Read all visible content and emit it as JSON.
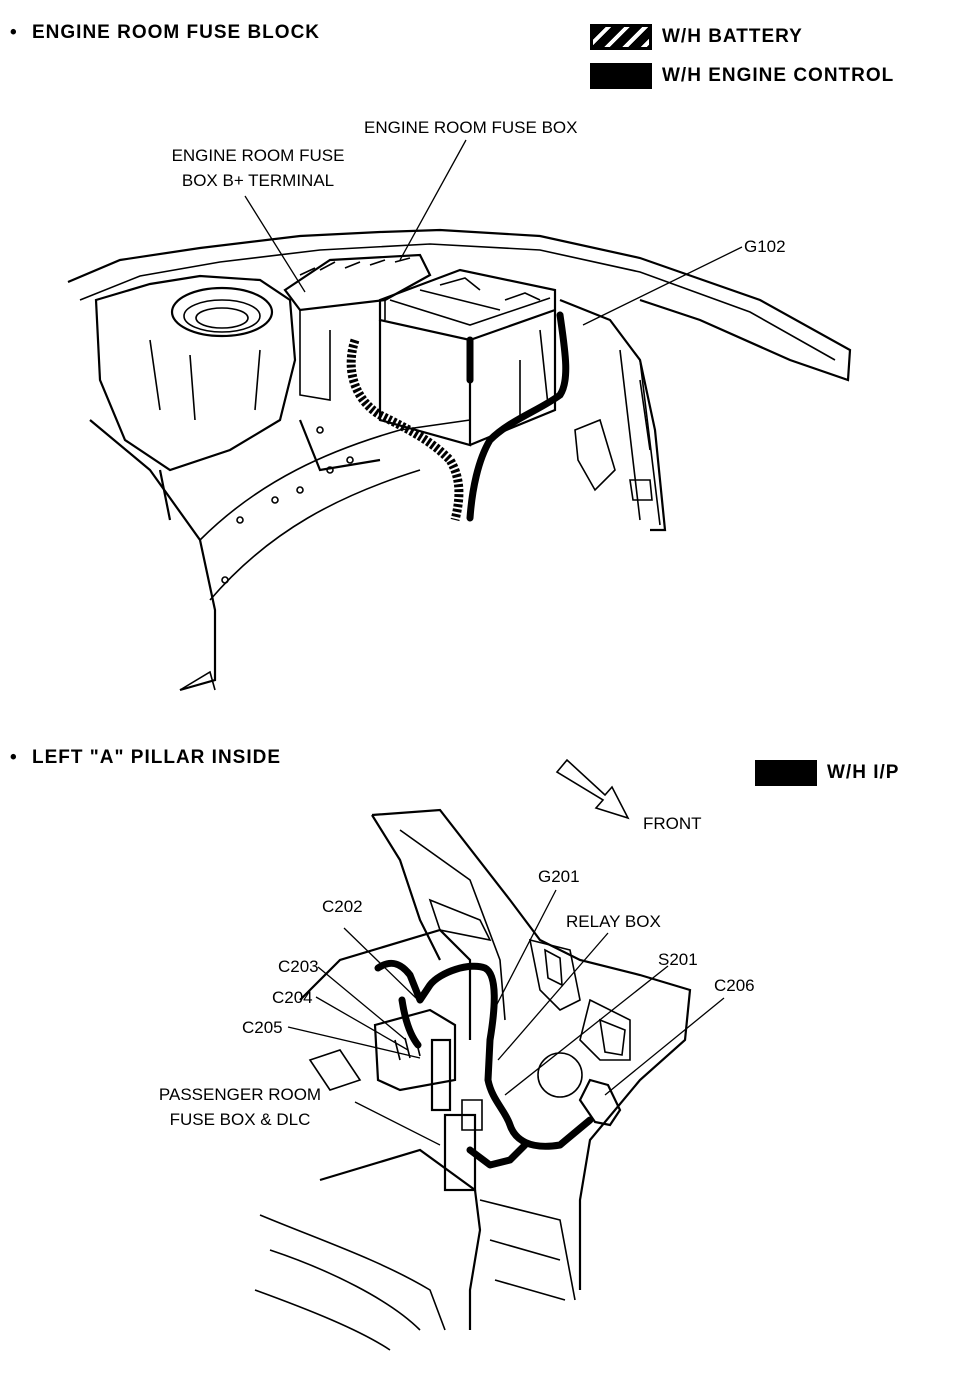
{
  "sections": {
    "engine": {
      "bullet": "•",
      "title": "ENGINE ROOM FUSE BLOCK"
    },
    "pillar": {
      "bullet": "•",
      "title": "LEFT \"A\" PILLAR INSIDE"
    }
  },
  "legend": {
    "battery": {
      "label": "W/H BATTERY",
      "swatch": "hatched"
    },
    "engine_control": {
      "label": "W/H ENGINE CONTROL",
      "swatch": "solid"
    },
    "ip": {
      "label": "W/H I/P",
      "swatch": "solid"
    }
  },
  "callouts": {
    "engine_room_fuse_box": "ENGINE ROOM FUSE BOX",
    "b_plus_terminal_line1": "ENGINE ROOM FUSE",
    "b_plus_terminal_line2": "BOX B+ TERMINAL",
    "g102": "G102",
    "front": "FRONT",
    "g201": "G201",
    "c202": "C202",
    "relay_box": "RELAY BOX",
    "s201": "S201",
    "c203": "C203",
    "c206": "C206",
    "c204": "C204",
    "c205": "C205",
    "passenger_line1": "PASSENGER ROOM",
    "passenger_line2": "FUSE BOX & DLC"
  },
  "colors": {
    "ink": "#000000",
    "paper": "#ffffff"
  }
}
